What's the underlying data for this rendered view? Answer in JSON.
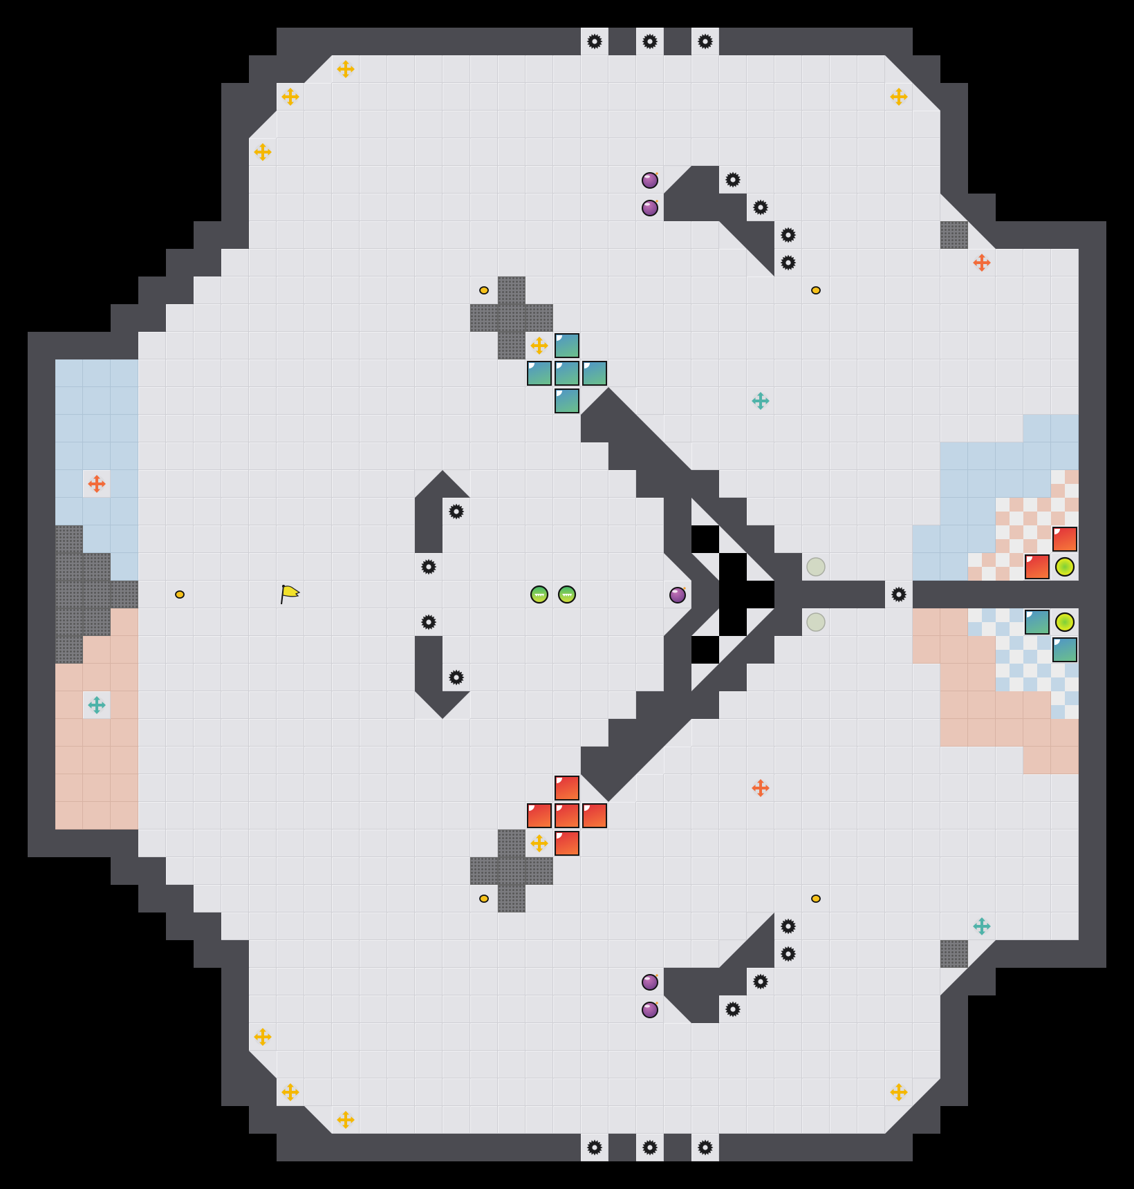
{
  "game": {
    "view": "map-overview",
    "tile_types": [
      "floor",
      "wall",
      "void",
      "spike",
      "boost",
      "team-boost-red",
      "team-boost-blue",
      "bomb",
      "powerup",
      "flag",
      "gate",
      "blue-team-tile",
      "red-team-tile",
      "blue-endzone-checker",
      "red-endzone-checker",
      "blue-block",
      "red-block",
      "green-ball",
      "lime-ball",
      "neutral-circle",
      "black-tile"
    ]
  },
  "colors": {
    "floor": "#e3e3e7",
    "wall": "#4b4b51",
    "void": "#000000",
    "blue_team": "#c2d6e6",
    "red_team": "#e9c6b8",
    "boost_yellow": "#f5b800",
    "boost_red": "#f26b3a",
    "boost_teal": "#4fb3a9",
    "bomb": "#8a4a94",
    "gate": "#7b7b7f"
  }
}
